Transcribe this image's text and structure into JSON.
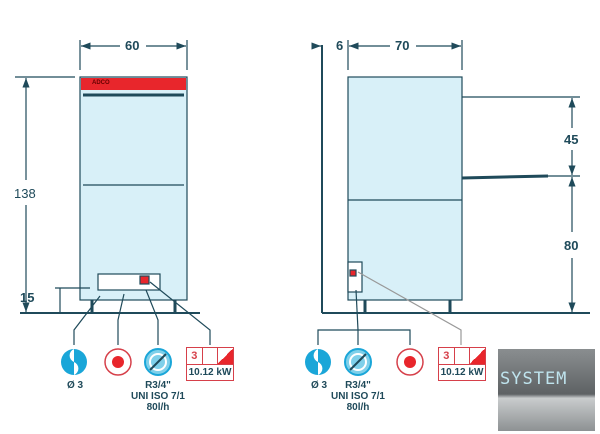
{
  "front_view": {
    "brand_label": "ADCO",
    "dimensions": {
      "width": "60",
      "height": "138",
      "base_height": "15"
    }
  },
  "side_view": {
    "dimensions": {
      "wall_gap": "6",
      "depth": "70",
      "door_opening": "45",
      "door_height": "80"
    }
  },
  "connections_front": {
    "drain": {
      "label": "Ø 3"
    },
    "water": {
      "lines": [
        "R3/4\"",
        "UNI ISO 7/1",
        "80l/h"
      ]
    },
    "electric": {
      "phases": "3",
      "power": "10.12 kW"
    }
  },
  "connections_side": {
    "drain": {
      "label": "Ø 3"
    },
    "water": {
      "lines": [
        "R3/4\"",
        "UNI ISO 7/1",
        "80l/h"
      ]
    },
    "electric": {
      "phases": "3",
      "power": "10.12 kW"
    }
  },
  "logo": {
    "text": "SYSTEM"
  },
  "colors": {
    "line": "#1f4a5a",
    "accent": "#e8262c",
    "water": "#1aa6d8",
    "panel": "#d8f0f8"
  }
}
